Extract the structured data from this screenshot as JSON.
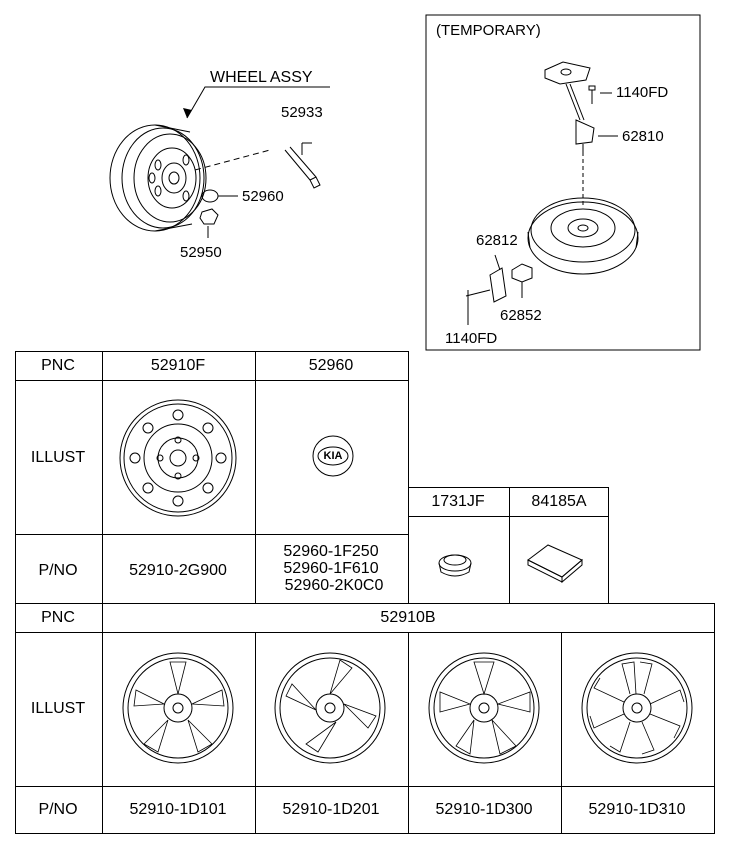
{
  "top_left": {
    "assembly_label": "WHEEL ASSY",
    "parts": [
      "52933",
      "52960",
      "52950"
    ]
  },
  "temporary_box": {
    "title": "(TEMPORARY)",
    "parts": [
      "1140FD",
      "62810",
      "62812",
      "62852",
      "1140FD"
    ]
  },
  "table1": {
    "row_labels": [
      "PNC",
      "ILLUST",
      "P/NO"
    ],
    "columns": [
      {
        "pnc": "52910F",
        "pno": [
          "52910-2G900"
        ]
      },
      {
        "pnc": "52960",
        "pno": [
          "52960-1F250",
          "52960-1F610",
          "52960-2K0C0"
        ]
      },
      {
        "pnc": "1731JF"
      },
      {
        "pnc": "84185A"
      }
    ],
    "emblem_text": "KIA"
  },
  "table2": {
    "row_labels": [
      "PNC",
      "ILLUST",
      "P/NO"
    ],
    "pnc": "52910B",
    "pno": [
      "52910-1D101",
      "52910-1D201",
      "52910-1D300",
      "52910-1D310"
    ]
  }
}
